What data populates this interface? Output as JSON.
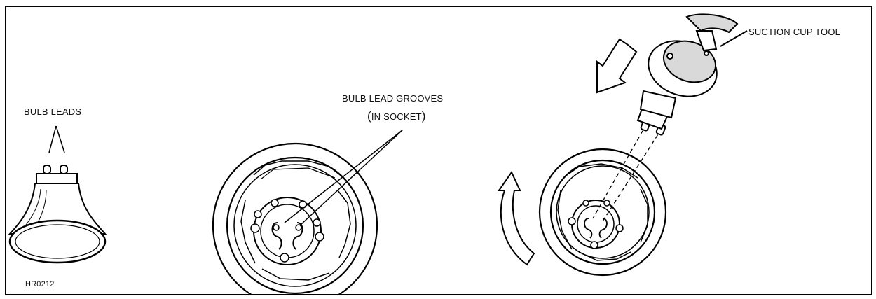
{
  "labels": {
    "bulb_leads": "BULB LEADS",
    "grooves_line1": "BULB LEAD GROOVES",
    "grooves_line2": "IN SOCKET",
    "suction_cup_tool": "SUCTION CUP TOOL",
    "figure_code": "HR0212"
  }
}
